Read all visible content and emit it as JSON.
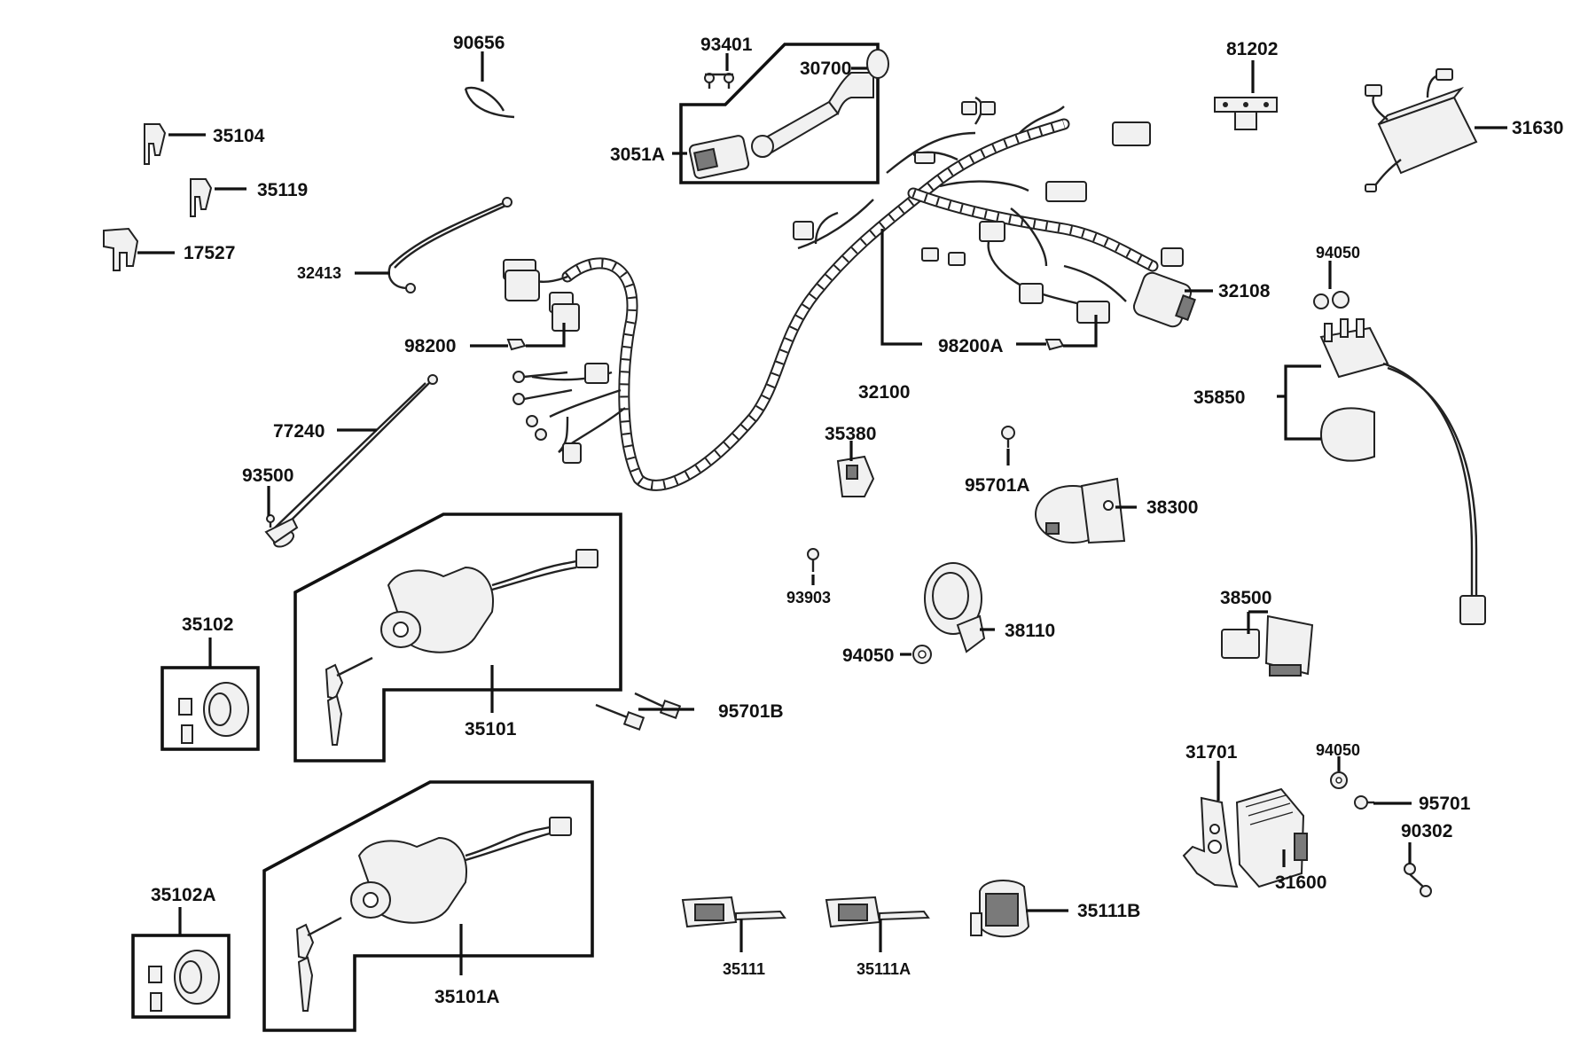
{
  "parts": {
    "p90656": "90656",
    "p93401": "93401",
    "p30700": "30700",
    "p3051A": "3051A",
    "p81202": "81202",
    "p31630": "31630",
    "p35104": "35104",
    "p35119": "35119",
    "p17527": "17527",
    "p32413": "32413",
    "p98200": "98200",
    "p98200A": "98200A",
    "p32100": "32100",
    "p32108": "32108",
    "p94050a": "94050",
    "p35850": "35850",
    "p77240": "77240",
    "p93500": "93500",
    "p35380": "35380",
    "p95701A": "95701A",
    "p38300": "38300",
    "p93903": "93903",
    "p38110": "38110",
    "p94050b": "94050",
    "p38500": "38500",
    "p35102": "35102",
    "p35101": "35101",
    "p95701B": "95701B",
    "p31701": "31701",
    "p94050c": "94050",
    "p95701": "95701",
    "p90302": "90302",
    "p31600": "31600",
    "p35102A": "35102A",
    "p35101A": "35101A",
    "p35111": "35111",
    "p35111A": "35111A",
    "p35111B": "35111B"
  },
  "colors": {
    "line": "#111111",
    "part_fill": "#f1f1f1",
    "part_shade": "#7a7a7a",
    "background": "#ffffff"
  }
}
